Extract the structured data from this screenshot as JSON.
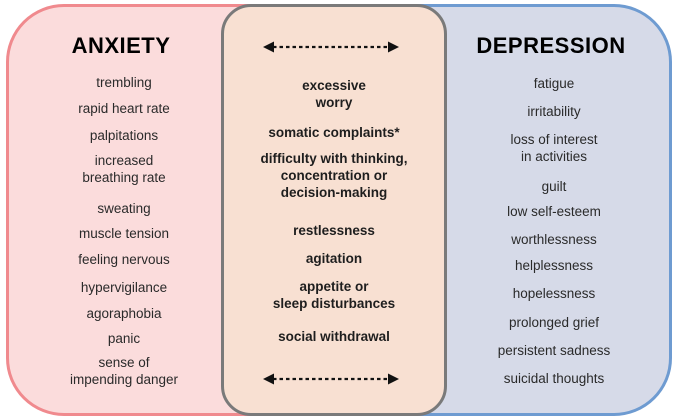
{
  "anxiety": {
    "title": "ANXIETY",
    "items": [
      "trembling",
      "rapid heart rate",
      "palpitations",
      "increased\nbreathing rate",
      "sweating",
      "muscle tension",
      "feeling nervous",
      "hypervigilance",
      "agoraphobia",
      "panic",
      "sense of\nimpending danger"
    ]
  },
  "overlap": {
    "items": [
      "excessive\nworry",
      "somatic complaints*",
      "difficulty with thinking,\nconcentration or\ndecision-making",
      "restlessness",
      "agitation",
      "appetite or\nsleep disturbances",
      "social withdrawal"
    ]
  },
  "depression": {
    "title": "DEPRESSION",
    "items": [
      "fatigue",
      "irritability",
      "loss of interest\nin activities",
      "guilt",
      "low self-esteem",
      "worthlessness",
      "helplessness",
      "hopelessness",
      "prolonged grief",
      "persistent sadness",
      "suicidal thoughts"
    ]
  },
  "colors": {
    "anxiety_fill": "#fbdcdc",
    "anxiety_border": "#f08a8e",
    "depression_fill": "#d6dae8",
    "depression_border": "#6e9bd1",
    "overlap_fill": "#f8e0d2",
    "overlap_border": "#7a7a7a"
  },
  "icons": [
    "double-arrow-icon",
    "double-arrow-icon"
  ]
}
